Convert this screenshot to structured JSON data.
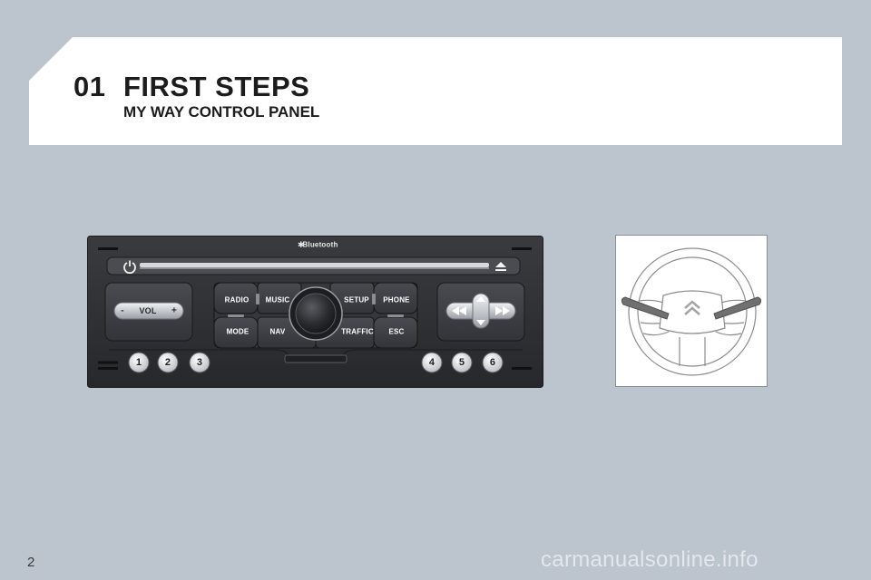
{
  "page": {
    "number": "2",
    "watermark": "carmanualsonline.info"
  },
  "header": {
    "section_number": "01",
    "title": "FIRST STEPS",
    "subtitle": "MY WAY CONTROL PANEL"
  },
  "radio": {
    "bluetooth_label": "Bluetooth",
    "volume": {
      "label": "VOL",
      "minus": "-",
      "plus": "+"
    },
    "buttons": {
      "radio": "RADIO",
      "music": "MUSIC",
      "setup": "SETUP",
      "phone": "PHONE",
      "mode": "MODE",
      "nav": "NAV",
      "traffic": "TRAFFIC",
      "esc": "ESC"
    },
    "presets": [
      "1",
      "2",
      "3",
      "4",
      "5",
      "6"
    ]
  },
  "icons": {
    "power": "power-icon",
    "eject": "eject-icon",
    "bluetooth": "bluetooth-icon",
    "rewind": "rewind-icon",
    "fast_forward": "fast-forward-icon",
    "arrow_up": "arrow-up-icon",
    "arrow_down": "arrow-down-icon",
    "brand_logo": "citroen-double-chevron-logo"
  },
  "colors": {
    "page_background": "#bcc4ce",
    "header_band": "#ffffff",
    "radio_body": "#2f3033",
    "control_pad": "#3f4045",
    "button_silver": "#cfd2d6",
    "stalk": "#707070"
  }
}
